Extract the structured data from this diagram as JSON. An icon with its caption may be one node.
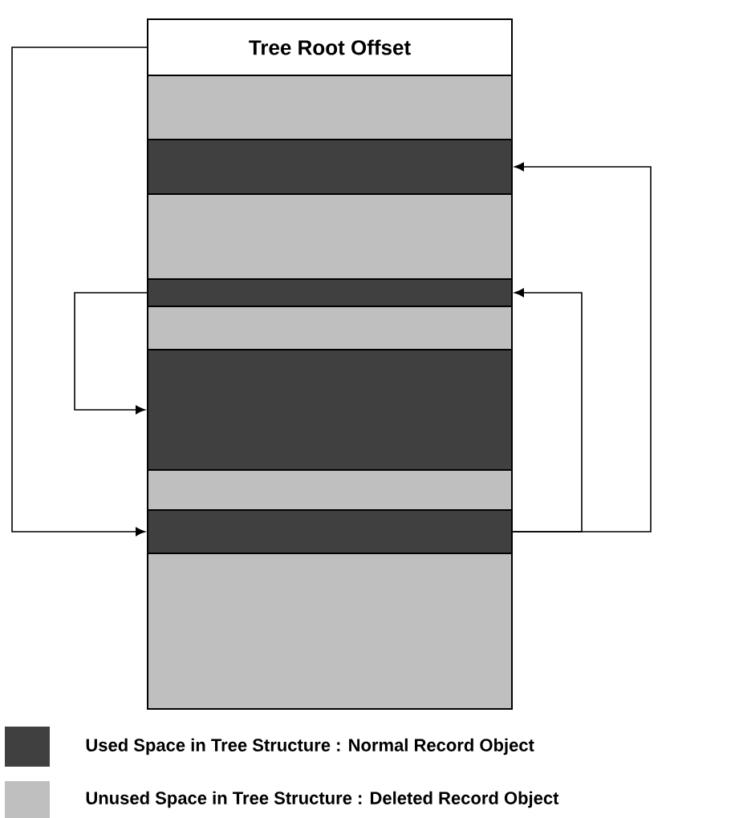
{
  "diagram": {
    "nodes": [
      {
        "text": [
          "Tree Root Offset"
        ]
      },
      {
        "text": [],
        "shape": "box"
      },
      {
        "text": [],
        "shape": "box"
      },
      {
        "text": [],
        "shape": "box"
      },
      {
        "text": [],
        "shape": "box"
      },
      {
        "text": [],
        "shape": "box"
      },
      {
        "text": [],
        "shape": "box"
      },
      {
        "text": [],
        "shape": "box"
      },
      {
        "text": [],
        "shape": "box"
      },
      {
        "text": [],
        "shape": "box"
      }
    ],
    "edges": [
      {
        "from": 0,
        "to": 8,
        "arrow": "to"
      },
      {
        "from": 4,
        "to": 6,
        "arrow": "to"
      },
      {
        "from": 8,
        "to": 4,
        "arrow": "to"
      },
      {
        "from": 8,
        "to": 2,
        "arrow": "to"
      }
    ],
    "legend": [
      {
        "text": "Used Space in Tree Structure : Normal Record Object",
        "color": "#404040"
      },
      {
        "text": "Unused Space in Tree Structure : Deleted Record Object",
        "color": "#bfbfbf"
      }
    ]
  }
}
